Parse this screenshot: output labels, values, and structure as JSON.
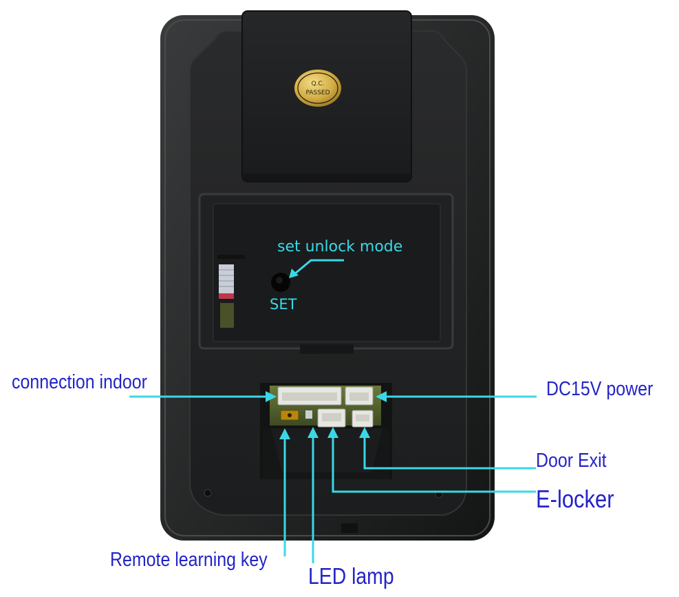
{
  "device": {
    "sticker_line1": "Q.C.",
    "sticker_line2": "PASSED",
    "set_button_label": "SET"
  },
  "callouts": {
    "set_unlock_mode": "set unlock mode",
    "connection_indoor": "connection indoor",
    "dc15v_power": "DC15V power",
    "door_exit": "Door Exit",
    "e_locker": "E-locker",
    "remote_learning_key": "Remote learning key",
    "led_lamp": "LED lamp"
  },
  "colors": {
    "callout_text": "#2323c8",
    "callout_line": "#3ad8e6",
    "panel": "#1d1e1f",
    "sticker": "#c9a23a"
  }
}
